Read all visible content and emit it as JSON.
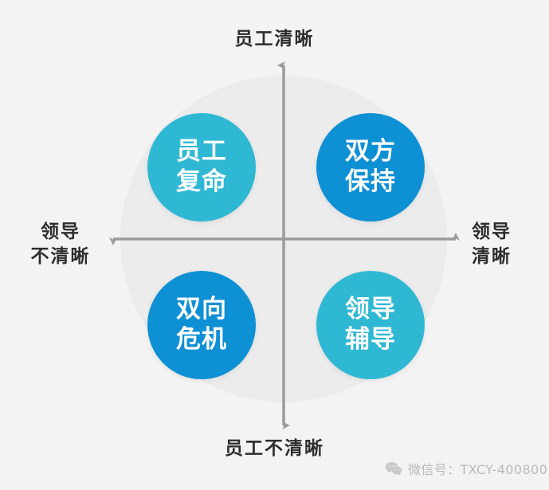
{
  "diagram": {
    "title_top": "员工清晰",
    "title_bottom": "员工不清晰",
    "label_left_line1": "领导",
    "label_left_line2": "不清晰",
    "label_right_line1": "领导",
    "label_right_line2": "清晰",
    "axis_color": "#9b9b9b",
    "backdrop_color": "#ececec",
    "background_color": "#f3f3f3",
    "quadrants": [
      {
        "id": "top-left",
        "line1": "员工",
        "line2": "复命",
        "color": "#2FB8D4"
      },
      {
        "id": "top-right",
        "line1": "双方",
        "line2": "保持",
        "color": "#0E90D5"
      },
      {
        "id": "bottom-left",
        "line1": "双向",
        "line2": "危机",
        "color": "#0E90D5"
      },
      {
        "id": "bottom-right",
        "line1": "领导",
        "line2": "辅导",
        "color": "#2FB8D4"
      }
    ]
  },
  "watermark": {
    "icon": "wechat-icon",
    "text": "微信号：TXCY-400800"
  }
}
